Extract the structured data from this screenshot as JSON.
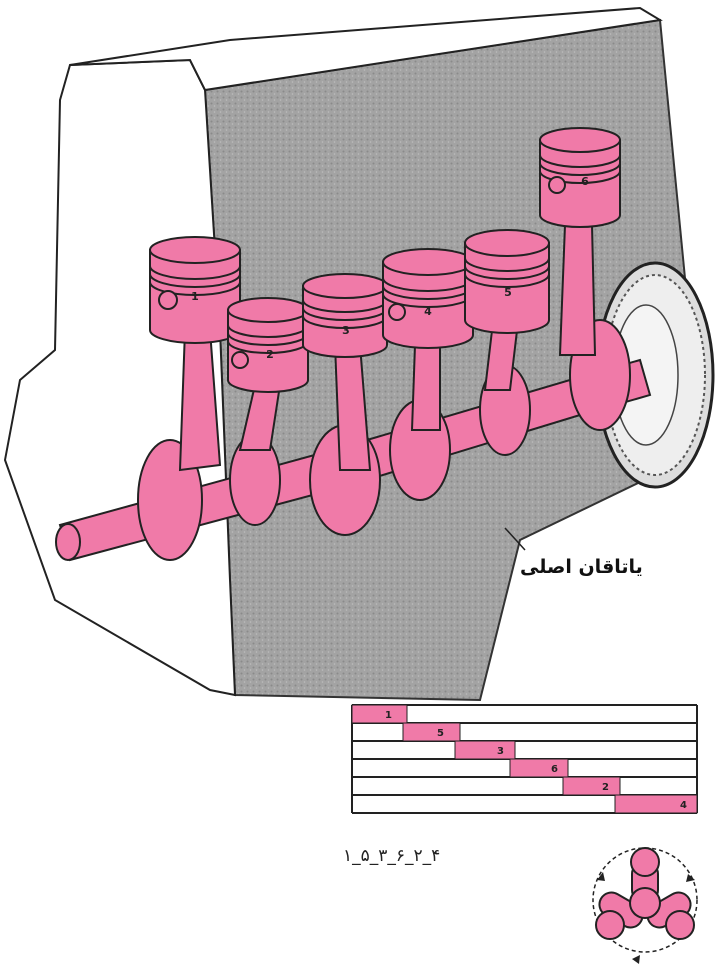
{
  "labels": {
    "main_bearing": "یاتاقان اصلی",
    "firing_order": "۱_۵_۳_۶_۲_۴"
  },
  "pistons": [
    {
      "number": "1"
    },
    {
      "number": "2"
    },
    {
      "number": "3"
    },
    {
      "number": "4"
    },
    {
      "number": "5"
    },
    {
      "number": "6"
    }
  ],
  "firing_sequence": [
    {
      "label": "1"
    },
    {
      "label": "5"
    },
    {
      "label": "3"
    },
    {
      "label": "6"
    },
    {
      "label": "2"
    },
    {
      "label": "4"
    }
  ],
  "colors": {
    "part": "#f07aa8",
    "outline": "#222222",
    "block_side": "#9a9a9a",
    "block_face": "#ffffff"
  }
}
